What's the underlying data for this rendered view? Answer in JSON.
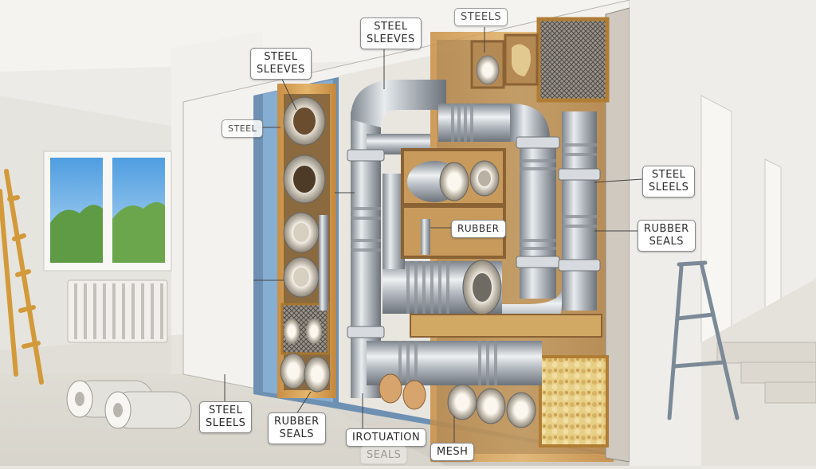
{
  "labels": {
    "steel_sleeves_top": [
      "STEEL",
      "SLEEVES"
    ],
    "steel_sleeves_left": [
      "STEEL",
      "SLEEVES"
    ],
    "steel_small": "STEEL",
    "steel_top_small": "STEELS",
    "steel_sleels_right": [
      "STEEL",
      "SLEELS"
    ],
    "rubber_center": "RUBBER",
    "rubber_seals_right": [
      "RUBBER",
      "SEALS"
    ],
    "steel_sleels_bottom": [
      "STEEL",
      "SLEELS"
    ],
    "rubber_seals_bottom": [
      "RUBBER",
      "SEALS"
    ],
    "irotuation": "IROTUATION",
    "seals_faded": "SEALS",
    "mesh": "MESH"
  },
  "colors": {
    "wall": "#f2f1ee",
    "floor": "#d9d6cf",
    "wood": "#d9a75c",
    "steel": "#b9bec4",
    "insulation": "#e8c97a",
    "board_blue": "#7fa6c9"
  }
}
